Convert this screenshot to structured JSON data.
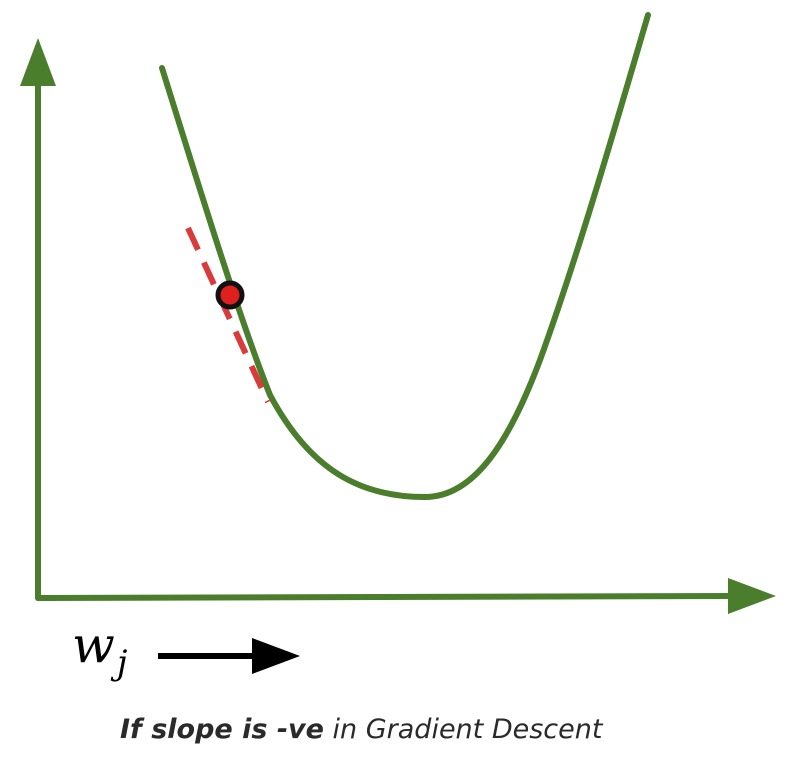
{
  "variable": {
    "base": "w",
    "subscript": "j"
  },
  "caption": {
    "bold": "If slope is -ve",
    "normal": " in Gradient Descent"
  },
  "colors": {
    "curve": "#4a7d2c",
    "axes": "#4a7d2c",
    "tangent": "#d93a3a",
    "point_fill": "#e0201c",
    "point_stroke": "#111111",
    "direction_arrow": "#000000"
  },
  "icons": {
    "direction": "right-arrow-icon"
  }
}
